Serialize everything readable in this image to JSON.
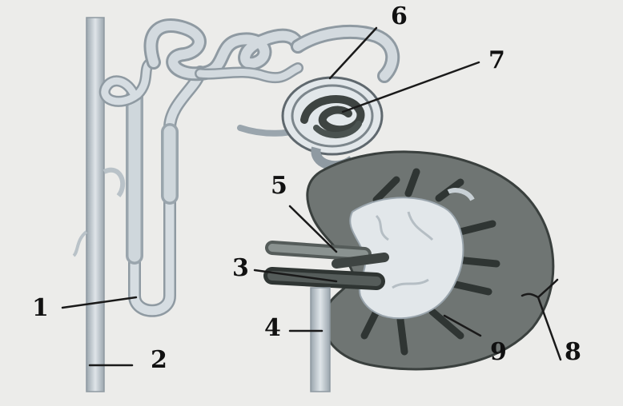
{
  "colors": {
    "background": "#ececea",
    "vessel_fill": "#d2d9de",
    "vessel_shade": "#a9b3ba",
    "kidney_fill": "#707674",
    "kidney_dark": "#3e4442",
    "pelvis_fill": "#e3e8ea",
    "leader": "#1a1a1a",
    "label": "#111111"
  },
  "labels": [
    "1",
    "2",
    "3",
    "4",
    "5",
    "6",
    "7",
    "8",
    "9"
  ]
}
